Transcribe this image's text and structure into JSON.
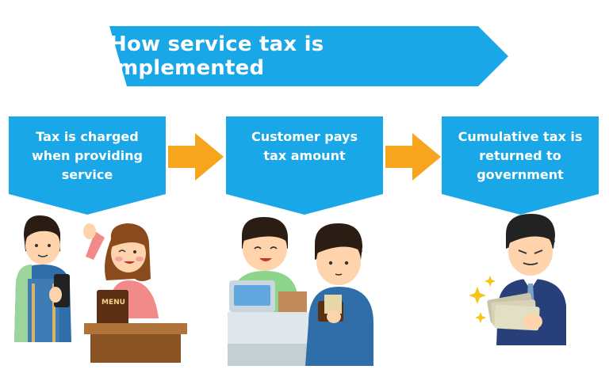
{
  "title": "How service tax is implemented",
  "steps": [
    {
      "label": "Tax is charged\nwhen providing\nservice"
    },
    {
      "label": "Customer pays\ntax amount"
    },
    {
      "label": "Cumulative tax is\nreturned to\ngovernment"
    }
  ],
  "menu_text": "MENU",
  "colors": {
    "banner_blue": "#1aa7e8",
    "arrow_orange": "#f7a51c",
    "text_white": "#ffffff"
  }
}
